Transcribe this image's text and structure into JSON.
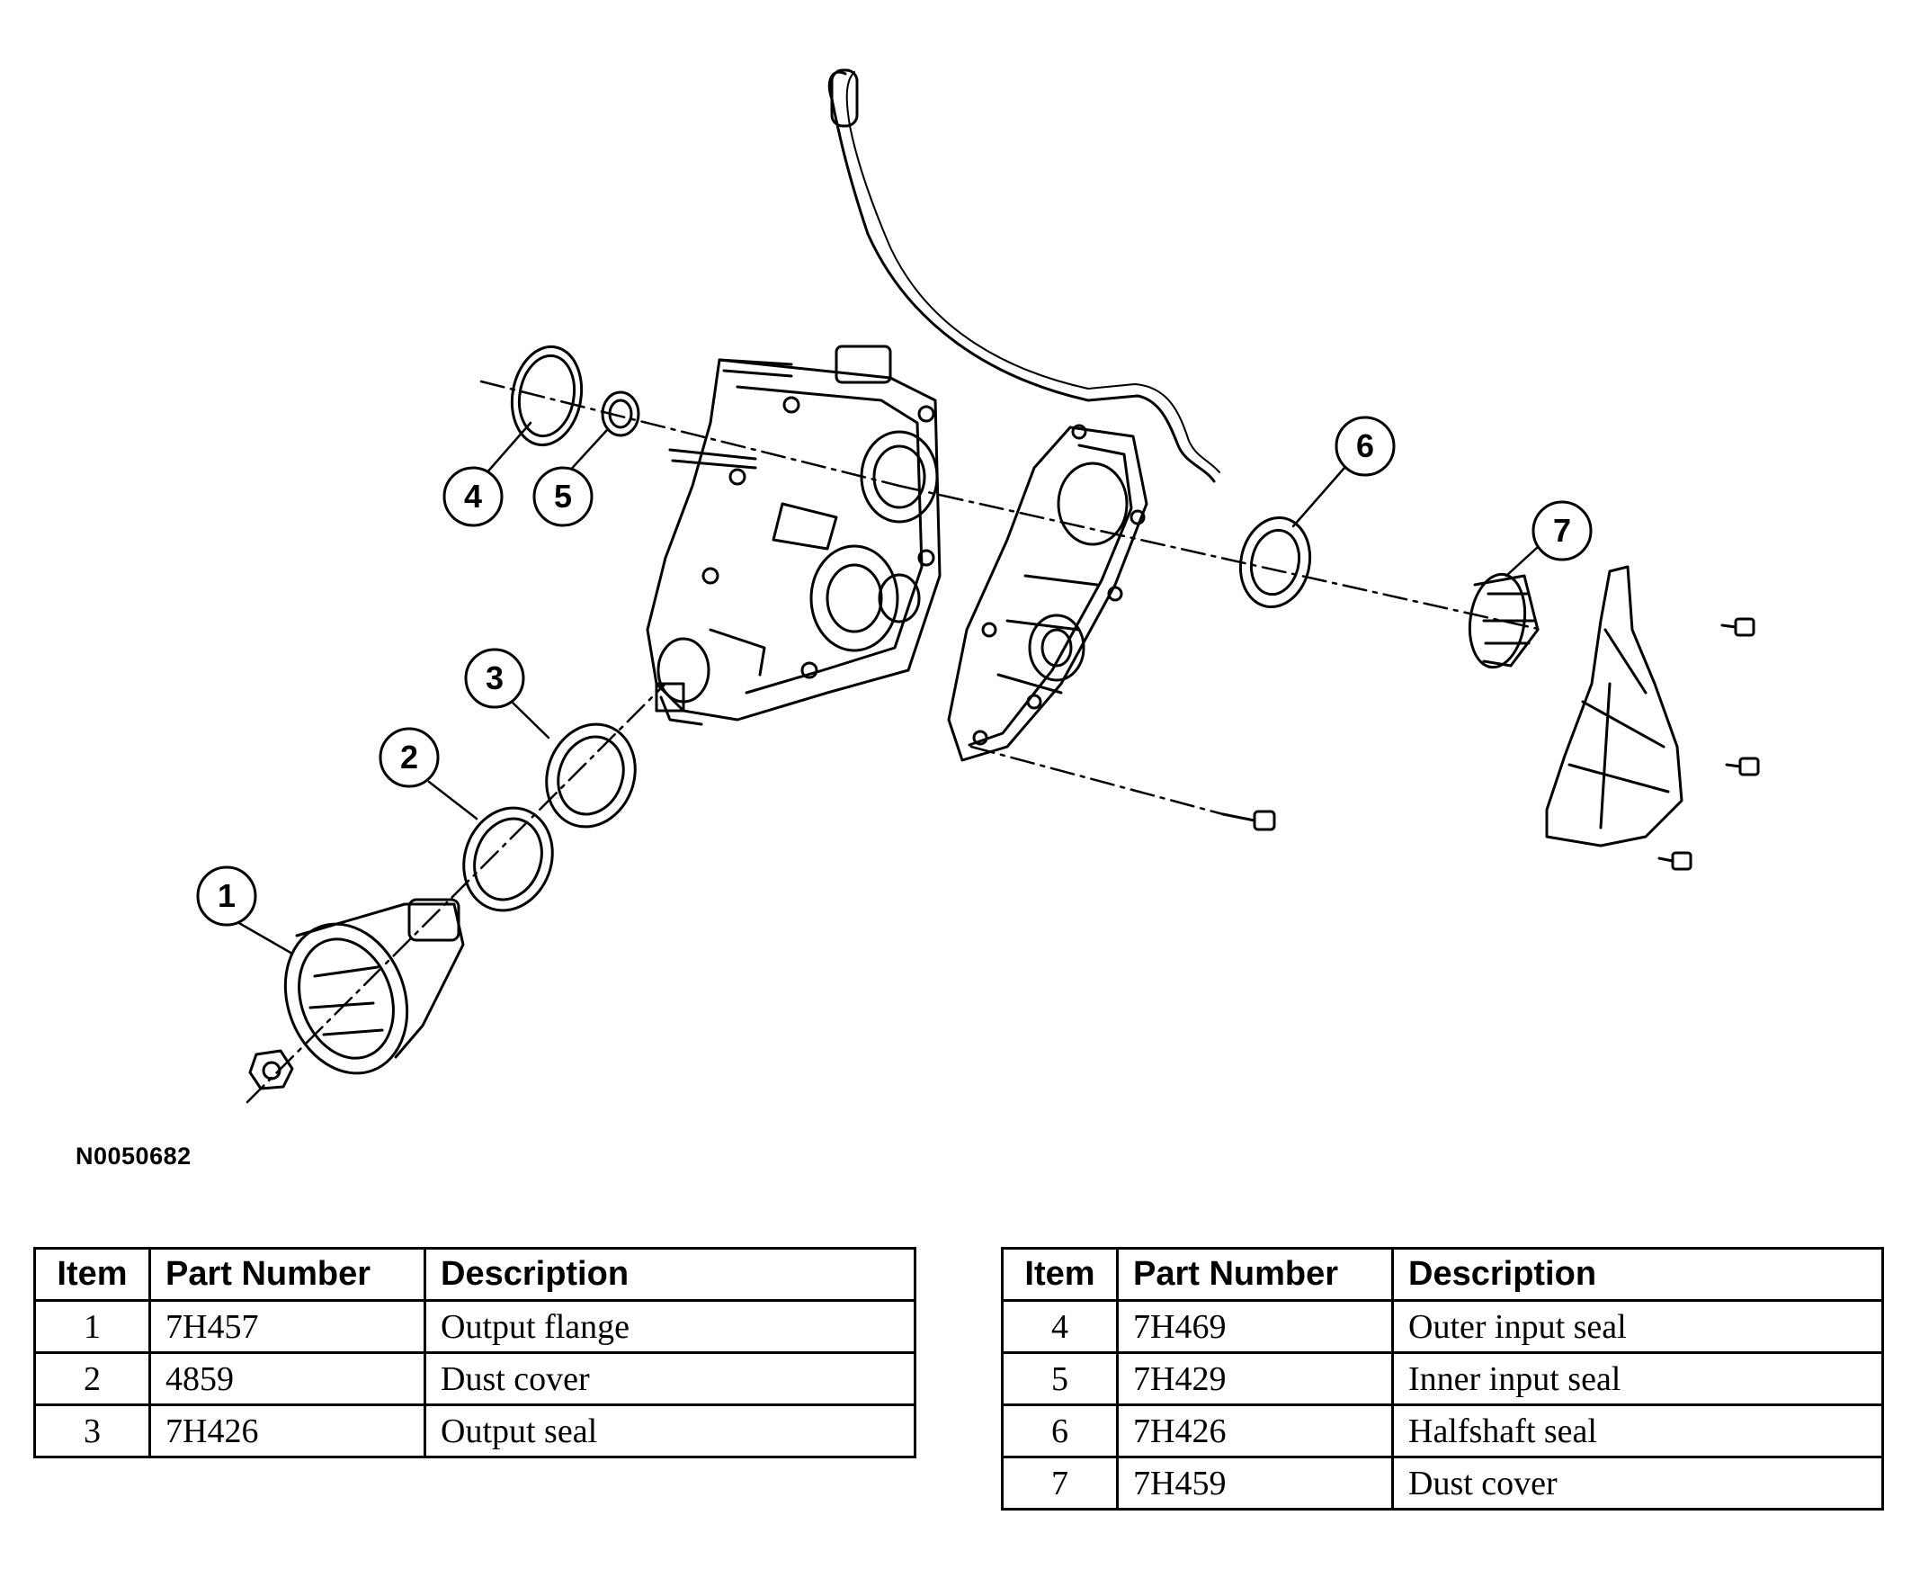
{
  "figure_id": "N0050682",
  "callouts": [
    "1",
    "2",
    "3",
    "4",
    "5",
    "6",
    "7"
  ],
  "tables": {
    "headers": {
      "item": "Item",
      "part_number": "Part Number",
      "description": "Description"
    },
    "left": {
      "rows": [
        {
          "item": "1",
          "part_number": "7H457",
          "description": "Output flange"
        },
        {
          "item": "2",
          "part_number": "4859",
          "description": "Dust cover"
        },
        {
          "item": "3",
          "part_number": "7H426",
          "description": "Output seal"
        }
      ]
    },
    "right": {
      "rows": [
        {
          "item": "4",
          "part_number": "7H469",
          "description": "Outer input seal"
        },
        {
          "item": "5",
          "part_number": "7H429",
          "description": "Inner input seal"
        },
        {
          "item": "6",
          "part_number": "7H426",
          "description": "Halfshaft seal"
        },
        {
          "item": "7",
          "part_number": "7H459",
          "description": "Dust cover"
        }
      ]
    }
  }
}
